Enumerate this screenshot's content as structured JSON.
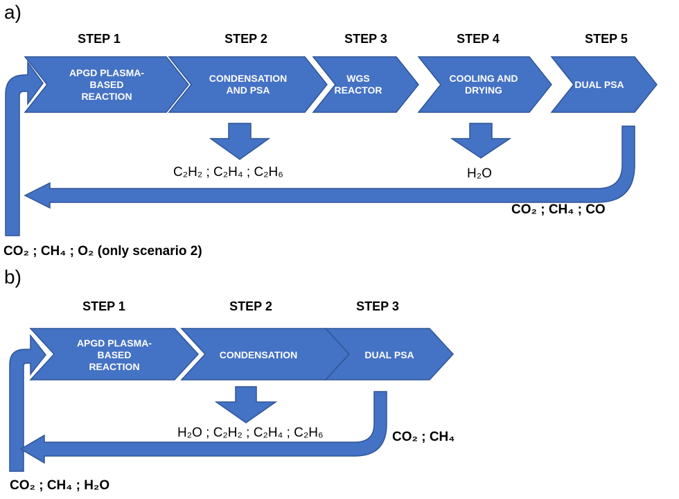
{
  "colors": {
    "fill": "#4472c4",
    "stroke": "#2f5597",
    "text_on_fill": "#ffffff"
  },
  "panel_a": {
    "label": "a)",
    "steps": [
      {
        "heading": "STEP 1",
        "lines": [
          "APGD PLASMA-",
          "BASED",
          "REACTION"
        ]
      },
      {
        "heading": "STEP 2",
        "lines": [
          "CONDENSATION",
          "AND PSA"
        ]
      },
      {
        "heading": "STEP 3",
        "lines": [
          "WGS",
          "REACTOR"
        ]
      },
      {
        "heading": "STEP 4",
        "lines": [
          "COOLING AND",
          "DRYING"
        ]
      },
      {
        "heading": "STEP 5",
        "lines": [
          "DUAL PSA"
        ]
      }
    ],
    "outputs": [
      {
        "from_step": 2,
        "text": "C₂H₂ ; C₂H₄ ; C₂H₆"
      },
      {
        "from_step": 4,
        "text": "H₂O"
      }
    ],
    "recycle": {
      "text": "CO₂ ; CH₄ ; CO"
    },
    "feed": {
      "text": "CO₂ ; CH₄ ; O₂ (only scenario 2)"
    }
  },
  "panel_b": {
    "label": "b)",
    "steps": [
      {
        "heading": "STEP 1",
        "lines": [
          "APGD PLASMA-",
          "BASED",
          "REACTION"
        ]
      },
      {
        "heading": "STEP 2",
        "lines": [
          "CONDENSATION"
        ]
      },
      {
        "heading": "STEP 3",
        "lines": [
          "DUAL PSA"
        ]
      }
    ],
    "outputs": [
      {
        "from_step": 2,
        "text": "H₂O ; C₂H₂ ; C₂H₄ ; C₂H₆"
      }
    ],
    "recycle": {
      "text": "CO₂ ; CH₄"
    },
    "feed": {
      "text": "CO₂ ; CH₄ ; H₂O"
    }
  }
}
